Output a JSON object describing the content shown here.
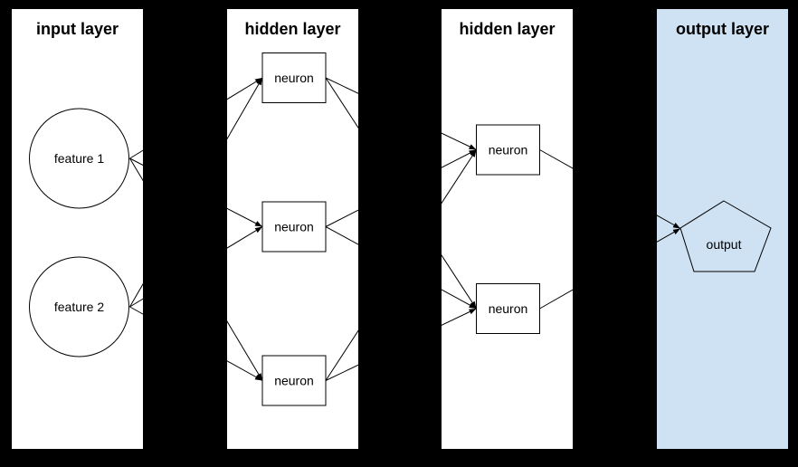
{
  "colors": {
    "background": "#000000",
    "panel": "#ffffff",
    "output_panel": "#cfe2f3",
    "line": "#000000",
    "text": "#000000"
  },
  "layers": [
    {
      "id": "input",
      "title": "input layer",
      "bg": "#ffffff"
    },
    {
      "id": "hidden1",
      "title": "hidden layer",
      "bg": "#ffffff"
    },
    {
      "id": "hidden2",
      "title": "hidden layer",
      "bg": "#ffffff"
    },
    {
      "id": "output",
      "title": "output layer",
      "bg": "#cfe2f3"
    }
  ],
  "nodes": [
    {
      "id": "f1",
      "label": "feature 1",
      "shape": "circle",
      "layer": "input"
    },
    {
      "id": "f2",
      "label": "feature 2",
      "shape": "circle",
      "layer": "input"
    },
    {
      "id": "h1n1",
      "label": "neuron",
      "shape": "rect",
      "layer": "hidden1"
    },
    {
      "id": "h1n2",
      "label": "neuron",
      "shape": "rect",
      "layer": "hidden1"
    },
    {
      "id": "h1n3",
      "label": "neuron",
      "shape": "rect",
      "layer": "hidden1"
    },
    {
      "id": "h2n1",
      "label": "neuron",
      "shape": "rect",
      "layer": "hidden2"
    },
    {
      "id": "h2n2",
      "label": "neuron",
      "shape": "rect",
      "layer": "hidden2"
    },
    {
      "id": "out",
      "label": "output",
      "shape": "pentagon",
      "layer": "output"
    }
  ],
  "edges": [
    [
      "f1",
      "h1n1"
    ],
    [
      "f1",
      "h1n2"
    ],
    [
      "f1",
      "h1n3"
    ],
    [
      "f2",
      "h1n1"
    ],
    [
      "f2",
      "h1n2"
    ],
    [
      "f2",
      "h1n3"
    ],
    [
      "h1n1",
      "h2n1"
    ],
    [
      "h1n1",
      "h2n2"
    ],
    [
      "h1n2",
      "h2n1"
    ],
    [
      "h1n2",
      "h2n2"
    ],
    [
      "h1n3",
      "h2n1"
    ],
    [
      "h1n3",
      "h2n2"
    ],
    [
      "h2n1",
      "out"
    ],
    [
      "h2n2",
      "out"
    ]
  ]
}
